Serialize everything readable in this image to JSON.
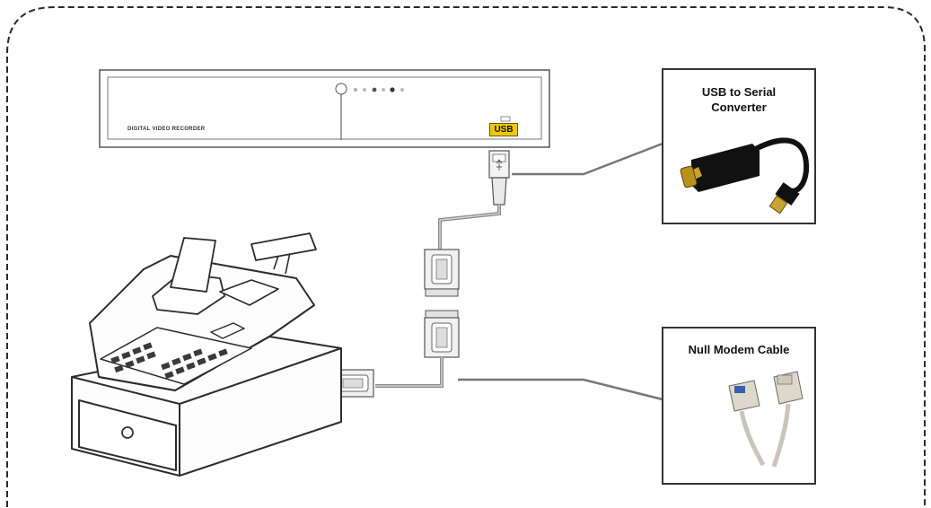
{
  "dvr": {
    "label": "DIGITAL VIDEO RECORDER",
    "port_label": "USB"
  },
  "boxes": {
    "usb_converter": {
      "title_line1": "USB to Serial",
      "title_line2": "Converter"
    },
    "null_modem": {
      "title": "Null Modem Cable"
    }
  },
  "colors": {
    "border": "#333333",
    "cable": "#8a8a8a",
    "usb_badge": "#f0c800"
  }
}
